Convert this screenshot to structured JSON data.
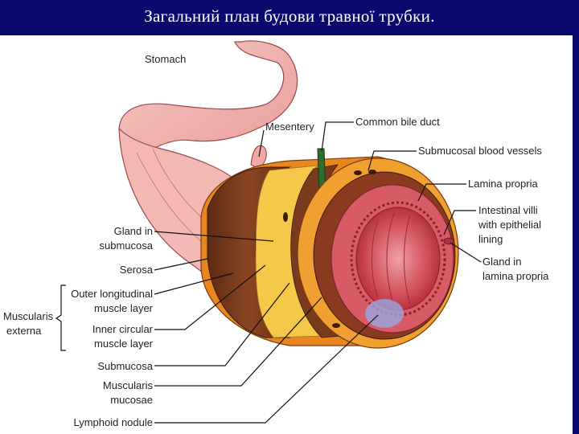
{
  "title": "Загальний план будови травної трубки.",
  "labels": {
    "stomach": "Stomach",
    "mesentery": "Mesentery",
    "common_bile_duct": "Common bile duct",
    "submucosal_vessels": "Submucosal blood vessels",
    "lamina_propria": "Lamina propria",
    "villi_1": "Intestinal villi",
    "villi_2": "with epithelial",
    "villi_3": "lining",
    "gland_lp_1": "Gland in",
    "gland_lp_2": "lamina propria",
    "gland_sub_1": "Gland in",
    "gland_sub_2": "submucosa",
    "serosa": "Serosa",
    "outer_long_1": "Outer longitudinal",
    "outer_long_2": "muscle layer",
    "muscularis_ext_1": "Muscularis",
    "muscularis_ext_2": "externa",
    "inner_circ_1": "Inner circular",
    "inner_circ_2": "muscle layer",
    "submucosa": "Submucosa",
    "muscularis_muc_1": "Muscularis",
    "muscularis_muc_2": "mucosae",
    "lymphoid_nodule": "Lymphoid nodule"
  },
  "colors": {
    "title_bg": "#0a0a6e",
    "title_text": "#ffffff",
    "stomach_pink": "#f2b3b0",
    "serosa_orange": "#e8871f",
    "submucosa_yellow": "#f6c84a",
    "muscle_brown": "#7a3a1c",
    "mucosa_red": "#c8404e",
    "lumen_pink": "#e88a92",
    "bile_duct_green": "#2f6b2a",
    "lymphoid_blue": "#9aa6e0"
  }
}
